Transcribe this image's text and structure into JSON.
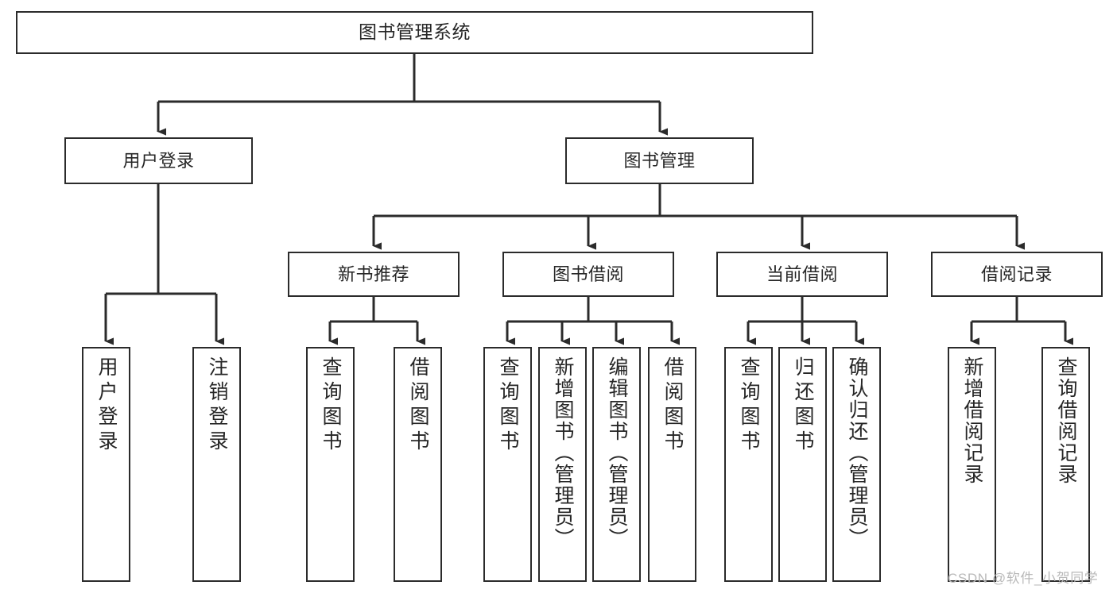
{
  "diagram": {
    "type": "tree",
    "title": "图书管理系统",
    "orientation": "top-down",
    "colors": {
      "box_border": "#2b2b2b",
      "box_fill": "#ffffff",
      "edge": "#2b2b2b",
      "text": "#262626",
      "watermark": "#b9b9b9",
      "background": "#ffffff"
    }
  },
  "root": {
    "label": "图书管理系统"
  },
  "level1": [
    {
      "label": "用户登录"
    },
    {
      "label": "图书管理"
    }
  ],
  "level2": [
    {
      "label": "新书推荐"
    },
    {
      "label": "图书借阅"
    },
    {
      "label": "当前借阅"
    },
    {
      "label": "借阅记录"
    }
  ],
  "leaves": {
    "user_login": [
      {
        "label": "用户登录"
      },
      {
        "label": "注销登录"
      }
    ],
    "new_book_recommend": [
      {
        "label": "查询图书"
      },
      {
        "label": "借阅图书"
      }
    ],
    "book_borrow": [
      {
        "label": "查询图书"
      },
      {
        "label": "新增图书（管理员）"
      },
      {
        "label": "编辑图书（管理员）"
      },
      {
        "label": "借阅图书"
      }
    ],
    "current_borrow": [
      {
        "label": "查询图书"
      },
      {
        "label": "归还图书"
      },
      {
        "label": "确认归还（管理员）"
      }
    ],
    "borrow_record": [
      {
        "label": "新增借阅记录"
      },
      {
        "label": "查询借阅记录"
      }
    ]
  },
  "watermark": {
    "text": "CSDN @软件_小贺同学"
  }
}
